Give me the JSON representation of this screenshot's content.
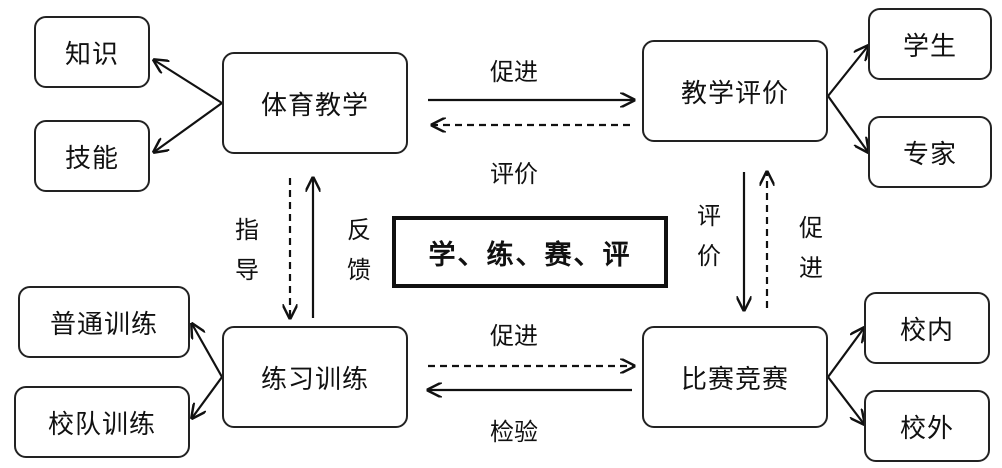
{
  "nodes": {
    "knowledge": "知识",
    "skill": "技能",
    "pe_teaching": "体育教学",
    "teaching_eval": "教学评价",
    "student": "学生",
    "expert": "专家",
    "practice": "练习训练",
    "regular_training": "普通训练",
    "team_training": "校队训练",
    "competition": "比赛竞赛",
    "in_school": "校内",
    "out_school": "校外"
  },
  "center": "学、练、赛、评",
  "edge_labels": {
    "promote_top": "促进",
    "evaluate_top": "评价",
    "guide": "指\n导",
    "feedback": "反\n馈",
    "evaluate_right": "评\n价",
    "promote_right": "促\n进",
    "promote_bottom": "促进",
    "examine": "检验"
  }
}
